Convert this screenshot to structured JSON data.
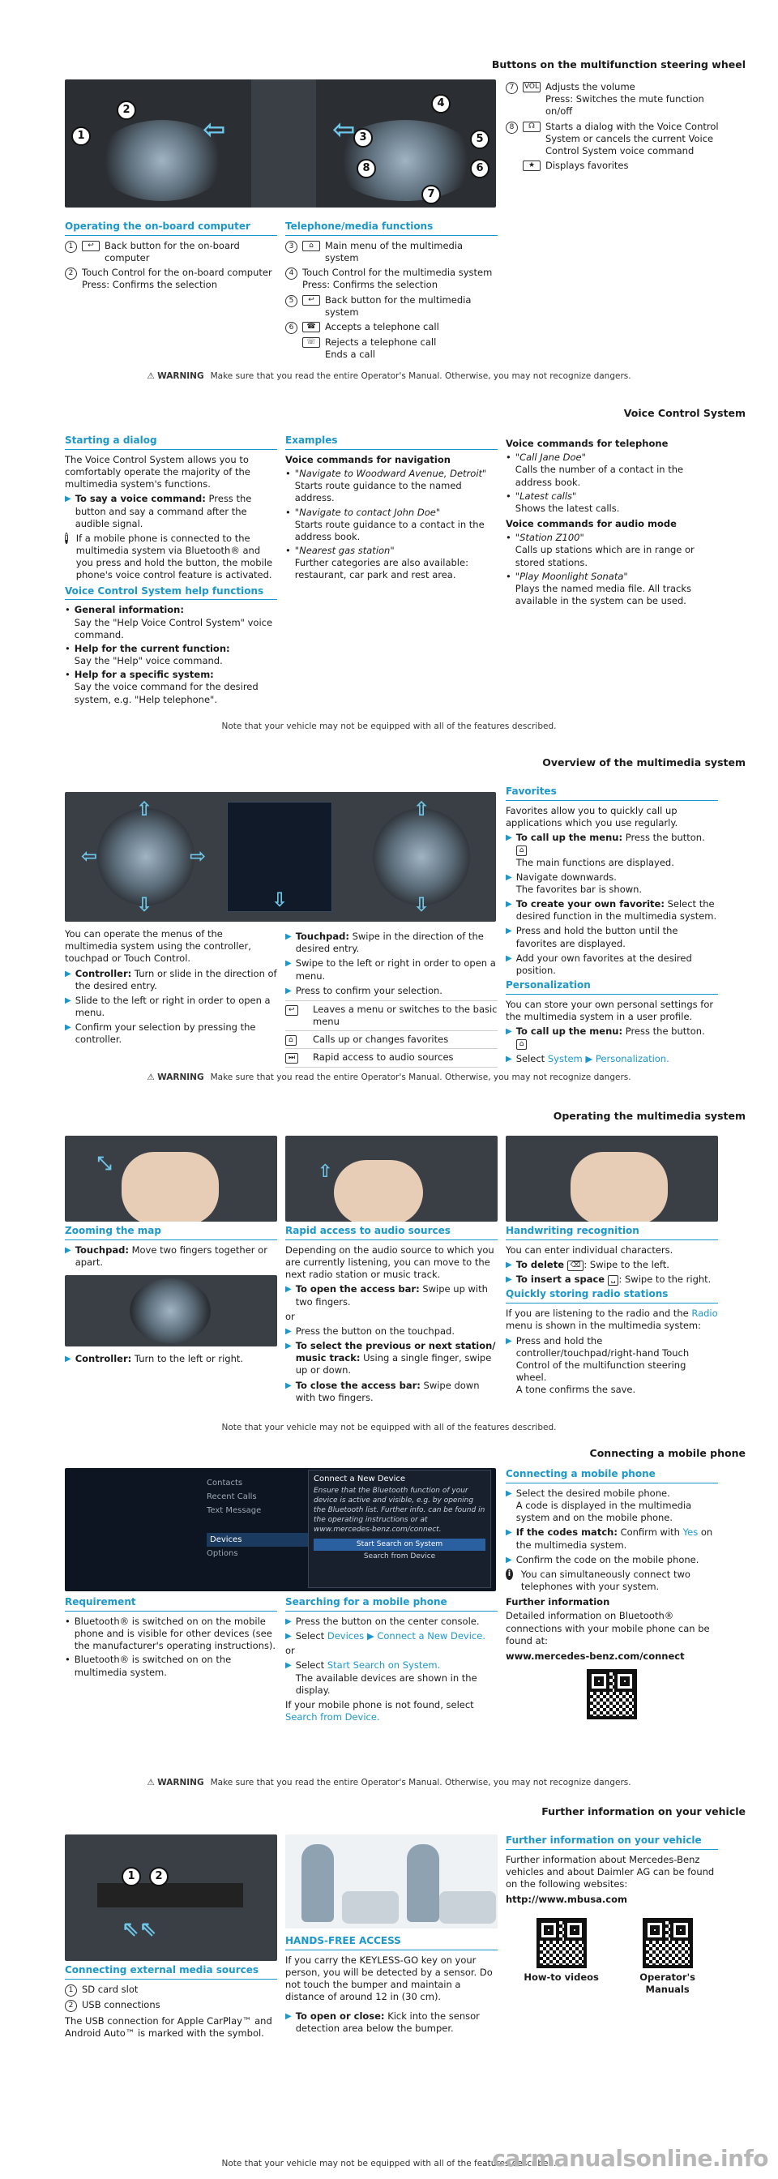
{
  "s1": {
    "header": "Buttons on the multifunction steering wheel",
    "figure_nums": [
      "1",
      "2",
      "3",
      "4",
      "5",
      "6",
      "7"
    ],
    "col_left": {
      "title": "Operating the on-board computer",
      "r1_num": "1",
      "r1_text": "Back button for the on-board computer",
      "r2_num": "2",
      "r2_text": "Touch Control for the on-board computer",
      "r2_sub": "Press: Confirms the selection"
    },
    "col_mid": {
      "title": "Telephone/media functions",
      "r3_num": "3",
      "r3_text": "Main menu of the multimedia system",
      "r4_num": "4",
      "r4_text": "Touch Control for the multimedia system",
      "r4_sub": "Press: Confirms the selection",
      "r5_num": "5",
      "r5_text": "Back button for the multimedia system",
      "r6_num": "6",
      "r6_text": "Accepts a telephone call",
      "r6b_text": "Rejects a telephone call",
      "r6b_sub": "Ends a call"
    },
    "col_right": {
      "r7_num": "7",
      "r7_key": "VOL",
      "r7_text": "Adjusts the volume",
      "r7_sub": "Press: Switches the mute function on/off",
      "r8_num": "8",
      "r8_text": "Starts a dialog with the Voice Control System or cancels the current Voice Control System voice command",
      "r9_text": "Displays favorites"
    },
    "warning_label": "WARNING",
    "warning_text": "Make sure that you read the entire Operator's Manual. Otherwise, you may not recognize dangers."
  },
  "s2": {
    "header": "Voice Control System",
    "c1_title": "Starting a dialog",
    "c1_p": "The Voice Control System allows you to comfortably operate the majority of the multimedia system's functions.",
    "c1_step_b": "To say a voice command:",
    "c1_step_t": "Press the button and say a command after the audible signal.",
    "c1_info": "If a mobile phone is connected to the multimedia system via Bluetooth® and you press and hold the button, the mobile phone's voice control feature is activated.",
    "c1_title2": "Voice Control System help functions",
    "c1_b1_b": "General information:",
    "c1_b1_t": "Say the \"Help Voice Control System\" voice command.",
    "c1_b2_b": "Help for the current function:",
    "c1_b2_t": "Say the \"Help\" voice command.",
    "c1_b3_b": "Help for a specific system:",
    "c1_b3_t": "Say the voice command for the desired system, e.g. \"Help telephone\".",
    "c2_title": "Examples",
    "c2_h": "Voice commands for navigation",
    "c2_i1": "\"Navigate to Woodward Avenue, Detroit\"",
    "c2_i1t": "Starts route guidance to the named address.",
    "c2_i2": "\"Navigate to contact John Doe\"",
    "c2_i2t": "Starts route guidance to a contact in the address book.",
    "c2_i3": "\"Nearest gas station\"",
    "c2_i3t": "Further categories are also available: restaurant, car park and rest area.",
    "c3_h": "Voice commands for telephone",
    "c3_i1": "\"Call Jane Doe\"",
    "c3_i1t": "Calls the number of a contact in the address book.",
    "c3_i2": "\"Latest calls\"",
    "c3_i2t": "Shows the latest calls.",
    "c3_h2": "Voice commands for audio mode",
    "c3_i3": "\"Station Z100\"",
    "c3_i3t": "Calls up stations which are in range or stored stations.",
    "c3_i4": "\"Play Moonlight Sonata\"",
    "c3_i4t": "Plays the named media file. All tracks available in the system can be used.",
    "note": "Note that your vehicle may not be equipped with all of the features described."
  },
  "s3": {
    "header": "Overview of the multimedia system",
    "c1_p": "You can operate the menus of the multimedia system using the controller, touchpad or Touch Control.",
    "c1_s1_b": "Controller:",
    "c1_s1_t": "Turn or slide in the direction of the desired entry.",
    "c1_s2": "Slide to the left or right in order to open a menu.",
    "c1_s3": "Confirm your selection by pressing the controller.",
    "c2_s1_b": "Touchpad:",
    "c2_s1_t": "Swipe in the direction of the desired entry.",
    "c2_s2": "Swipe to the left or right in order to open a menu.",
    "c2_s3": "Press to confirm your selection.",
    "c2_t1": "Leaves a menu or switches to the basic menu",
    "c2_t2": "Calls up or changes favorites",
    "c2_t3": "Rapid access to audio sources",
    "c3_title": "Favorites",
    "c3_p": "Favorites allow you to quickly call up applications which you use regularly.",
    "c3_s1_b": "To call up the menu:",
    "c3_s1_t": "Press the button.",
    "c3_s1_sub": "The main functions are displayed.",
    "c3_s2": "Navigate downwards.",
    "c3_s2_sub": "The favorites bar is shown.",
    "c3_s3_b": "To create your own favorite:",
    "c3_s3_t": "Select the desired function in the multimedia system.",
    "c3_s4": "Press and hold the button until the favorites are displayed.",
    "c3_s5": "Add your own favorites at the desired position.",
    "c3_title2": "Personalization",
    "c3_p2": "You can store your own personal settings for the multimedia system in a user profile.",
    "c3_s6_b": "To call up the menu:",
    "c3_s6_t": "Press the button.",
    "c3_s7_pre": "Select",
    "c3_s7_sys": "System",
    "c3_s7_pers": "Personalization.",
    "warning_label": "WARNING",
    "warning_text": "Make sure that you read the entire Operator's Manual. Otherwise, you may not recognize dangers."
  },
  "s4": {
    "header": "Operating the multimedia system",
    "c1_title": "Zooming the map",
    "c1_s1_b": "Touchpad:",
    "c1_s1_t": "Move two fingers together or apart.",
    "c1_s2_b": "Controller:",
    "c1_s2_t": "Turn to the left or right.",
    "c2_title": "Rapid access to audio sources",
    "c2_p": "Depending on the audio source to which you are currently listening, you can move to the next radio station or music track.",
    "c2_s1_b": "To open the access bar:",
    "c2_s1_t": "Swipe up with two fingers.",
    "c2_or": "or",
    "c2_s2": "Press the button on the touchpad.",
    "c2_s3_b": "To select the previous or next station/ music track:",
    "c2_s3_t": "Using a single finger, swipe up or down.",
    "c2_s4_b": "To close the access bar:",
    "c2_s4_t": "Swipe down with two fingers.",
    "c3_title": "Handwriting recognition",
    "c3_p": "You can enter individual characters.",
    "c3_s1_b": "To delete",
    "c3_s1_t": ": Swipe to the left.",
    "c3_s2_b": "To insert a space",
    "c3_s2_t": ": Swipe to the right.",
    "c3_title2": "Quickly storing radio stations",
    "c3_p2a": "If you are listening to the radio and the",
    "c3_p2b": "Radio",
    "c3_p2c": "menu is shown in the multimedia system:",
    "c3_s3": "Press and hold the controller/touchpad/right-hand Touch Control of the multifunction steering wheel.",
    "c3_s3_sub": "A tone confirms the save.",
    "note": "Note that your vehicle may not be equipped with all of the features described."
  },
  "s5": {
    "header": "Connecting a mobile phone",
    "menu": [
      "Contacts",
      "Recent Calls",
      "Text Message",
      "",
      "Devices",
      "Options"
    ],
    "dialog_title": "Connect a New Device",
    "dialog_body": "Ensure that the Bluetooth function of your device is active and visible, e.g. by opening the Bluetooth list. Further info. can be found in the operating instructions or at www.mercedes-benz.com/connect.",
    "dialog_btn1": "Start Search on System",
    "dialog_btn2": "Search from Device",
    "c1_title": "Requirement",
    "c1_b1": "Bluetooth® is switched on on the mobile phone and is visible for other devices (see the manufacturer's operating instructions).",
    "c1_b2": "Bluetooth® is switched on on the multimedia system.",
    "c2_title": "Searching for a mobile phone",
    "c2_s1": "Press the button on the center console.",
    "c2_s2_pre": "Select",
    "c2_s2_a": "Devices",
    "c2_s2_b": "Connect a New Device.",
    "c2_or": "or",
    "c2_s3_pre": "Select",
    "c2_s3_a": "Start Search on System.",
    "c2_s3_sub": "The available devices are shown in the display.",
    "c2_p_a": "If your mobile phone is not found, select",
    "c2_p_b": "Search from Device.",
    "c3_title": "Connecting a mobile phone",
    "c3_s1": "Select the desired mobile phone.",
    "c3_s1_sub": "A code is displayed in the multimedia system and on the mobile phone.",
    "c3_s2_b": "If the codes match:",
    "c3_s2_t1": "Confirm with",
    "c3_s2_yes": "Yes",
    "c3_s2_t2": "on the multimedia system.",
    "c3_s3": "Confirm the code on the mobile phone.",
    "c3_info": "You can simultaneously connect two telephones with your system.",
    "c3_h": "Further information",
    "c3_p": "Detailed information on Bluetooth® connections with your mobile phone can be found at:",
    "c3_url": "www.mercedes-benz.com/connect",
    "warning_label": "WARNING",
    "warning_text": "Make sure that you read the entire Operator's Manual. Otherwise, you may not recognize dangers."
  },
  "s6": {
    "header": "Further information on your vehicle",
    "fig_nums": [
      "1",
      "2"
    ],
    "c1_title": "Connecting external media sources",
    "c1_r1_num": "1",
    "c1_r1": "SD card slot",
    "c1_r2_num": "2",
    "c1_r2": "USB connections",
    "c1_p": "The USB connection for Apple CarPlay™ and Android Auto™ is marked with the symbol.",
    "c2_title": "HANDS-FREE ACCESS",
    "c2_p": "If you carry the KEYLESS-GO key on your person, you will be detected by a sensor. Do not touch the bumper and maintain a distance of around 12 in (30 cm).",
    "c2_s1_b": "To open or close:",
    "c2_s1_t": "Kick into the sensor detection area below the bumper.",
    "c3_title": "Further information on your vehicle",
    "c3_p": "Further information about Mercedes-Benz vehicles and about Daimler AG can be found on the following websites:",
    "c3_url": "http://www.mbusa.com",
    "qr1_label": "How-to videos",
    "qr2_label": "Operator's Manuals",
    "note": "Note that your vehicle may not be equipped with all of the features described."
  },
  "watermark": "carmanualsonline.info",
  "colors": {
    "accent": "#1b98c9",
    "text": "#1a1a1a"
  }
}
